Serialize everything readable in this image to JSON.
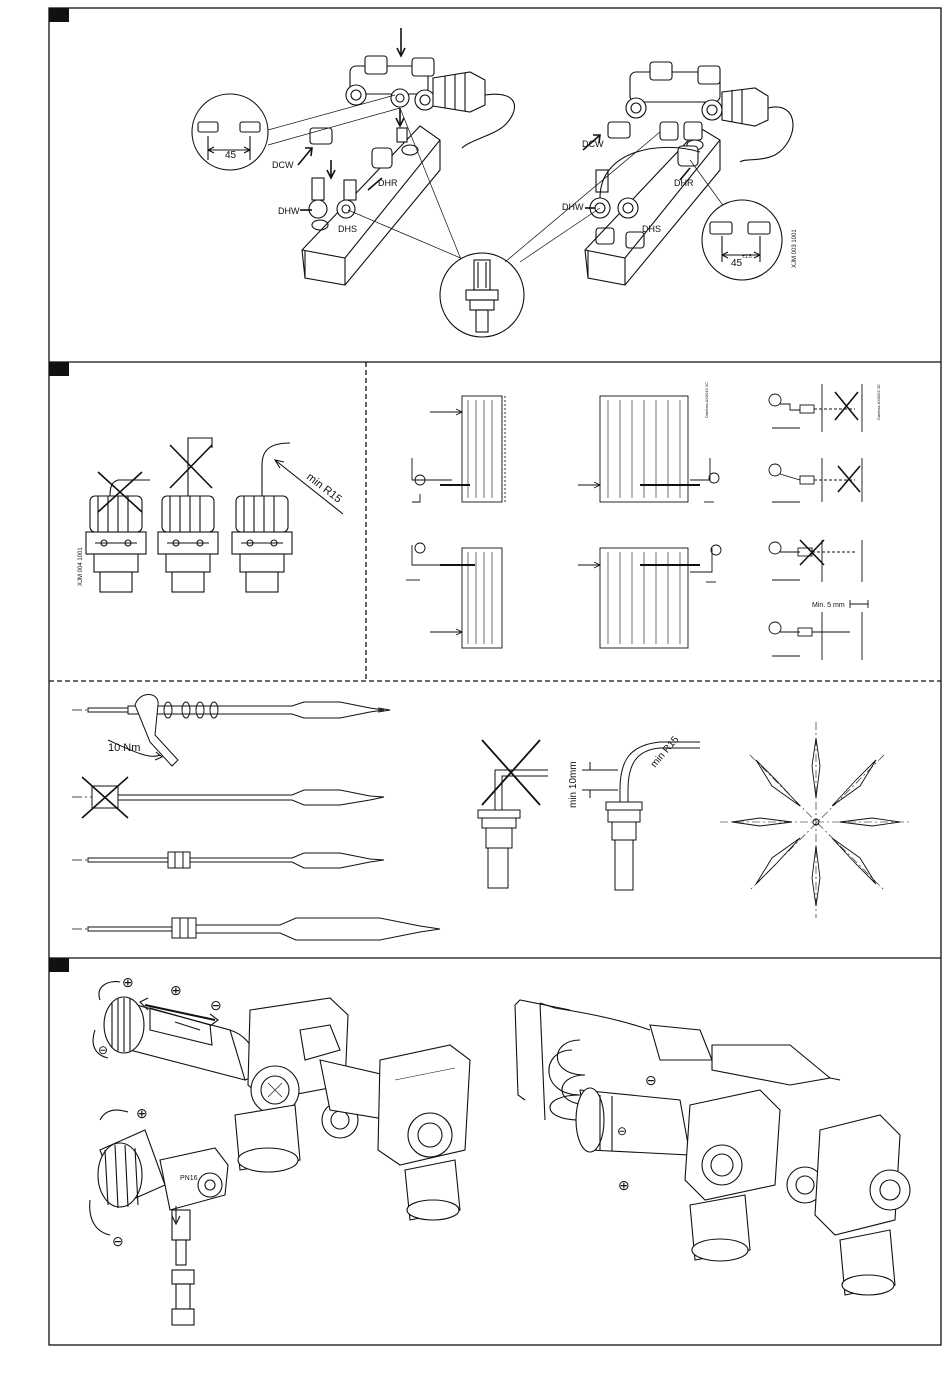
{
  "section1": {
    "label_dcw_left": "DCW",
    "label_dhr_left": "DHR",
    "label_dhw_left": "DHW",
    "label_dhs_left": "DHS",
    "dim_45_left": "45",
    "label_dcw_right": "DCW",
    "label_dhr_right": "DHR",
    "label_dhw_right": "DHW",
    "label_dhs_right": "DHS",
    "dim_45_right": "45",
    "dim_tolerance": "±1.5",
    "code": "XJM 003 1001"
  },
  "section2": {
    "code": "XJM 004 1001",
    "min_radius": "min R15",
    "min_gap": "Min. 5 mm",
    "small_note_a": "Danfoss AX0010 1C",
    "small_note_b": "Danfoss AX0052 1E"
  },
  "section3": {
    "torque": "10 Nm",
    "min_clearance": "min 10mm",
    "min_radius": "min R15"
  },
  "section4": {
    "plus": "⊕",
    "minus": "⊖",
    "pn_mark": "PN16"
  },
  "colors": {
    "ink": "#111111",
    "background": "#ffffff"
  }
}
